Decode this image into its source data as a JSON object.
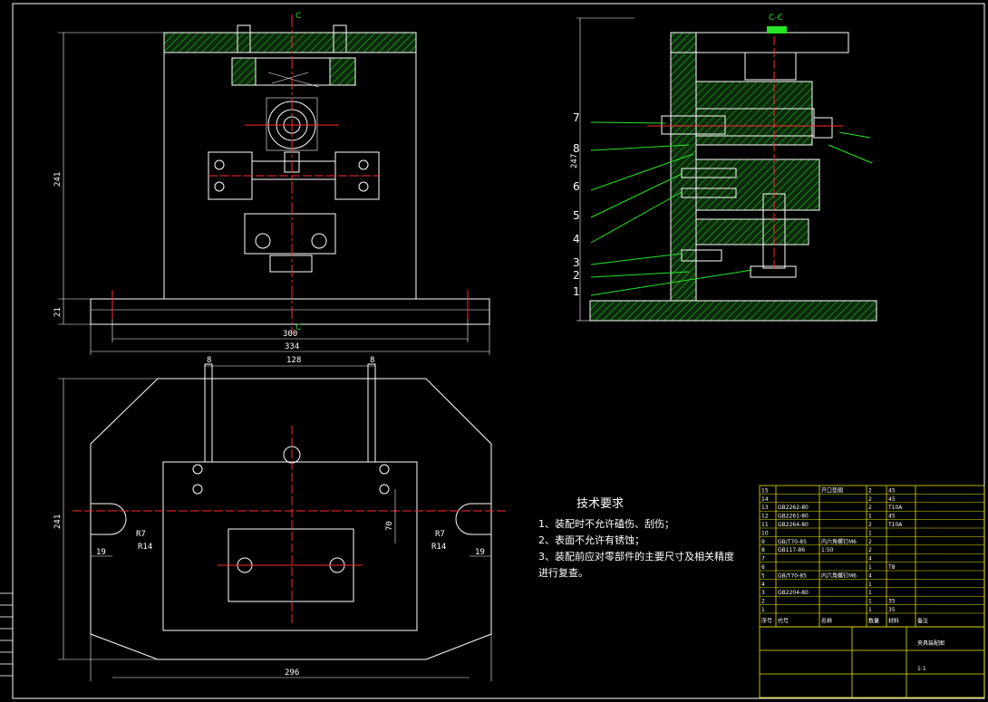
{
  "section_labels": {
    "top_c": "C",
    "bottom_c": "C",
    "side_view": "C-C"
  },
  "front_view": {
    "dims": {
      "height": "241",
      "base_h": "21",
      "inner_w": "300",
      "outer_w": "334"
    }
  },
  "side_view": {
    "dims": {
      "height": "247"
    },
    "part_labels": [
      "7",
      "8",
      "6",
      "5",
      "4",
      "3",
      "2",
      "1"
    ]
  },
  "plan_view": {
    "dims": {
      "top_width": "128",
      "slot_left": "8",
      "slot_right": "8",
      "height": "241",
      "spacing": "70",
      "left_r_small": "R7",
      "left_r_large": "R14",
      "right_r_small": "R7",
      "right_r_large": "R14",
      "left_off": "19",
      "right_off": "19",
      "bottom_width": "296"
    }
  },
  "tech_requirements": {
    "title": "技术要求",
    "lines": [
      "1、装配时不允许磕伤、刮伤；",
      "2、表面不允许有锈蚀；",
      "3、装配前应对零部件的主要尺寸及相关精度",
      "进行复查。"
    ]
  },
  "bom": {
    "rows": [
      {
        "no": "15",
        "code": "",
        "name": "开口垫圈",
        "qty": "2",
        "mat": "45",
        "note": ""
      },
      {
        "no": "14",
        "code": "",
        "name": "",
        "qty": "2",
        "mat": "45",
        "note": ""
      },
      {
        "no": "13",
        "code": "GB2262-80",
        "name": "",
        "qty": "2",
        "mat": "T10A",
        "note": ""
      },
      {
        "no": "12",
        "code": "GB2261-80",
        "name": "",
        "qty": "1",
        "mat": "45",
        "note": ""
      },
      {
        "no": "11",
        "code": "GB2264-80",
        "name": "",
        "qty": "2",
        "mat": "T10A",
        "note": ""
      },
      {
        "no": "10",
        "code": "",
        "name": "",
        "qty": "1",
        "mat": "",
        "note": ""
      },
      {
        "no": "9",
        "code": "GB/T70-85",
        "name": "内六角螺钉M6",
        "qty": "2",
        "mat": "",
        "note": ""
      },
      {
        "no": "8",
        "code": "GB117-86",
        "name": "1:50",
        "qty": "2",
        "mat": "",
        "note": ""
      },
      {
        "no": "7",
        "code": "",
        "name": "",
        "qty": "4",
        "mat": "",
        "note": ""
      },
      {
        "no": "6",
        "code": "",
        "name": "",
        "qty": "1",
        "mat": "T8",
        "note": ""
      },
      {
        "no": "5",
        "code": "GB/T70-85",
        "name": "内六角螺钉M6",
        "qty": "4",
        "mat": "",
        "note": ""
      },
      {
        "no": "4",
        "code": "",
        "name": "",
        "qty": "1",
        "mat": "",
        "note": ""
      },
      {
        "no": "3",
        "code": "GB2204-80",
        "name": "",
        "qty": "1",
        "mat": "",
        "note": ""
      },
      {
        "no": "2",
        "code": "",
        "name": "",
        "qty": "1",
        "mat": "35",
        "note": ""
      },
      {
        "no": "1",
        "code": "",
        "name": "",
        "qty": "1",
        "mat": "35",
        "note": ""
      }
    ],
    "headers": [
      "序号",
      "代号",
      "名称",
      "数量",
      "材料",
      "备注"
    ]
  },
  "title_block": {
    "drawing_title": "夹具装配图",
    "scale": "1:1"
  },
  "colors": {
    "background": "#000000",
    "outline": "#ffffff",
    "centerline": "#ff2a2a",
    "hatch": "#25e625",
    "leader": "#25e625"
  }
}
